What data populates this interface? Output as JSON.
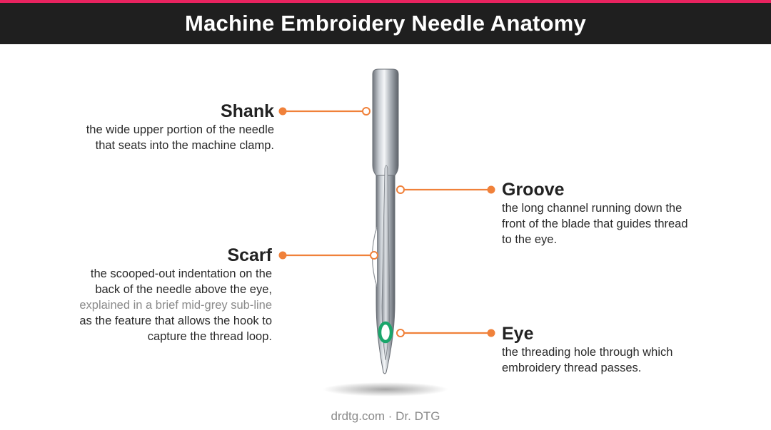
{
  "header": {
    "title": "Machine Embroidery Needle Anatomy"
  },
  "colors": {
    "accent": "#e8235f",
    "callout": "#f0813a",
    "eye_ring": "#1aa66b",
    "header_bg": "#1f1f1f"
  },
  "parts": {
    "shank": {
      "title": "Shank",
      "desc_lines": [
        "the wide upper portion of the needle",
        "that seats into the machine clamp."
      ]
    },
    "groove": {
      "title": "Groove",
      "desc_lines": [
        "the long channel running down the",
        "front of the blade that guides thread",
        "to the eye."
      ]
    },
    "scarf": {
      "title": "Scarf",
      "desc_lines": [
        "the scooped-out indentation on the",
        "back of the needle above the eye,"
      ],
      "sub_line": "explained in a brief mid-grey sub-line",
      "desc_lines_after": [
        "as the feature that allows the hook to",
        "capture the thread loop."
      ]
    },
    "eye": {
      "title": "Eye",
      "desc_lines": [
        "the threading hole through which",
        "embroidery thread passes."
      ]
    }
  },
  "footer": {
    "credit": "drdtg.com · Dr. DTG"
  }
}
